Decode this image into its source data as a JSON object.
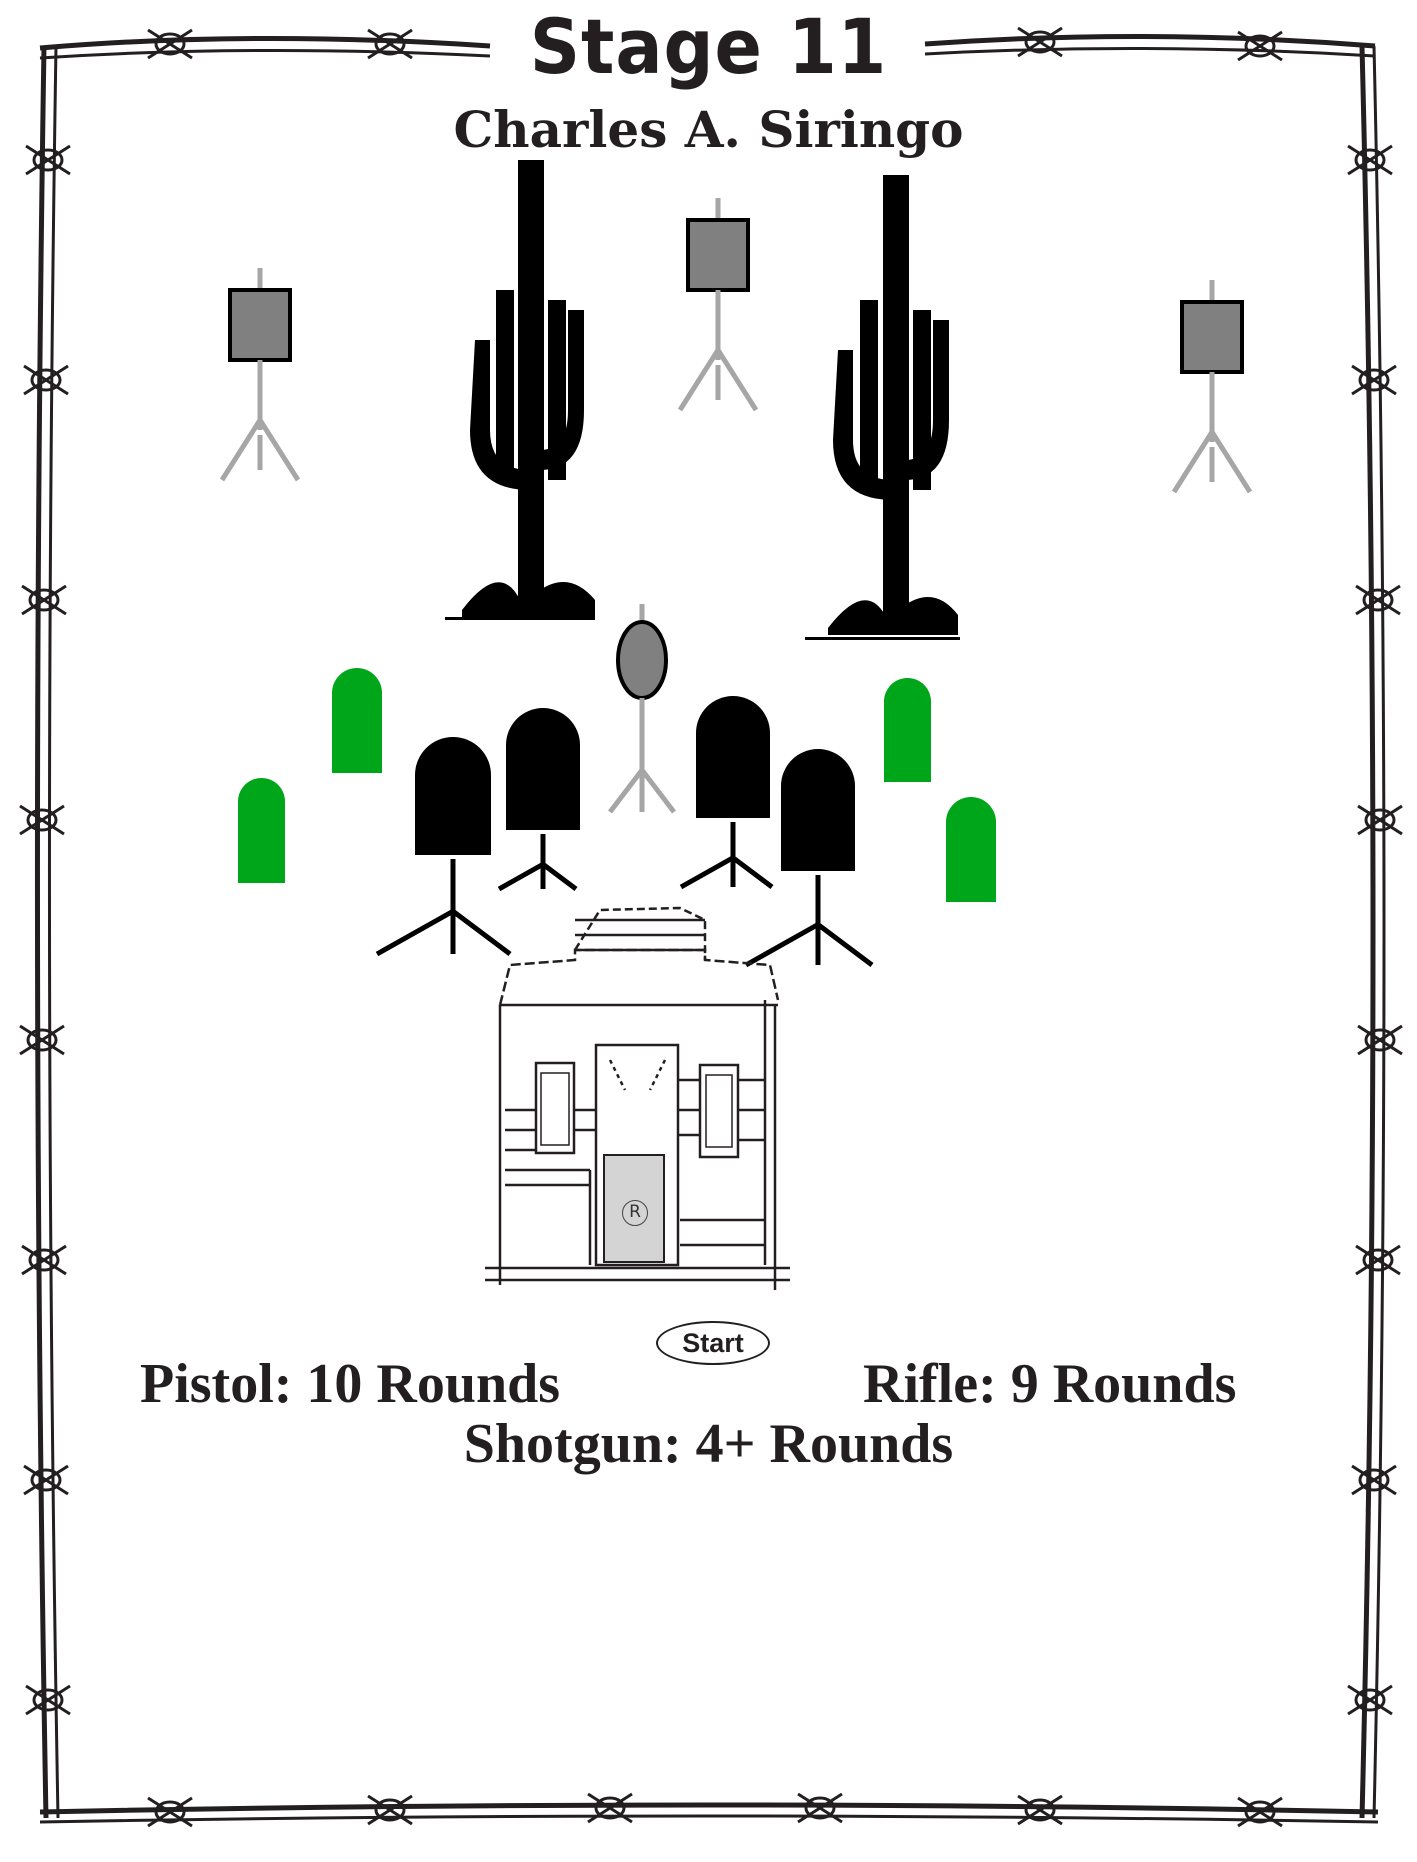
{
  "stage": {
    "title": "Stage 11",
    "subtitle": "Charles A. Siringo"
  },
  "rounds": {
    "pistol": "Pistol: 10 Rounds",
    "rifle": "Rifle: 9 Rounds",
    "shotgun": "Shotgun: 4+ Rounds"
  },
  "start_label": "Start",
  "reload_marker": "R",
  "colors": {
    "ink": "#231f20",
    "rifle_target": "#808080",
    "stand": "#a6a6a6",
    "pistol_target": "#000000",
    "shotgun_target": "#00a619",
    "door": "#d4d4d4"
  }
}
